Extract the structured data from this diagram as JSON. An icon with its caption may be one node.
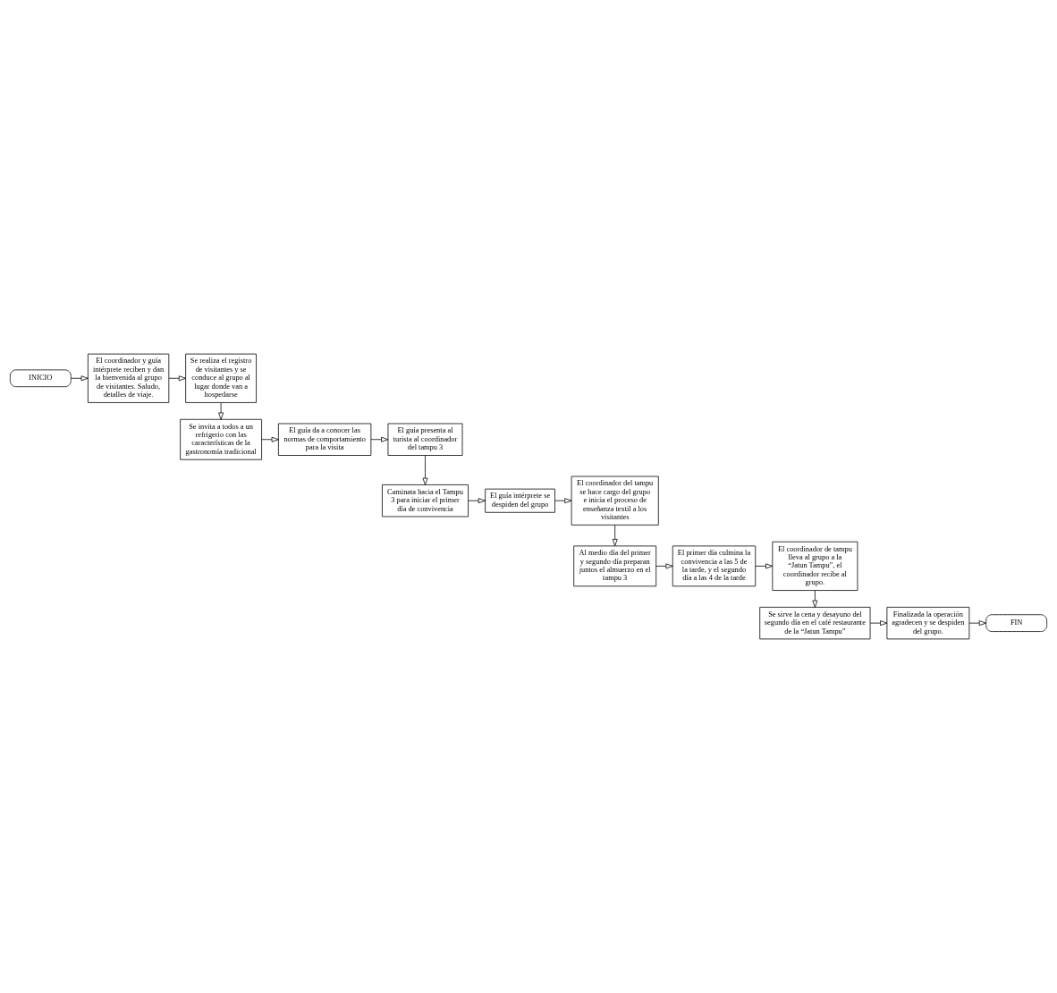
{
  "diagram": {
    "nodes": [
      {
        "text": [
          "INICIO"
        ]
      },
      {
        "text": [
          "El coordinador y guía intérprete reciben y dan la bienvenida al grupo de visitantes. Saludo, detalles de viaje."
        ]
      },
      {
        "text": [
          "Se realiza el registro de visitantes y se conduce al grupo al lugar donde van a hospedarse"
        ]
      },
      {
        "text": [
          "Se invita a todos a un refrigerio con las características de la gastronomía tradicional"
        ]
      },
      {
        "text": [
          "El guía da a conocer las normas de comportamiento para la visita"
        ]
      },
      {
        "text": [
          "El guía presenta al turista al coordinador del tampu 3"
        ]
      },
      {
        "text": [
          "Caminata hacia el Tampu 3 para iniciar el primer día de convivencia"
        ]
      },
      {
        "text": [
          "El guía intérprete se despiden del grupo"
        ]
      },
      {
        "text": [
          "El coordinador del tampu se hace cargo del grupo e inicia el proceso de enseñanza textil a los visitantes"
        ]
      },
      {
        "text": [
          "Al medio día del primer y segundo día preparan juntos el almuerzo en el tampu 3"
        ]
      },
      {
        "text": [
          "El primer día culmina la convivencia a las 5 de la tarde, y el segundo día a las 4 de la tarde"
        ]
      },
      {
        "text": [
          "El coordinador de tampu lleva al grupo a la “Jatun Tampu”, el coordinador recibe al grupo."
        ]
      },
      {
        "text": [
          "Se sirve la cena y desayuno del segundo día en el café restaurante de la “Jatun Tampu”"
        ]
      },
      {
        "text": [
          "Finalizada la operación agradecen y se despiden del grupo."
        ]
      },
      {
        "text": [
          "FIN"
        ]
      }
    ],
    "edges": [
      {
        "from": 0,
        "to": 1,
        "arrow": "to"
      },
      {
        "from": 1,
        "to": 2,
        "arrow": "to"
      },
      {
        "from": 2,
        "to": 3,
        "arrow": "to"
      },
      {
        "from": 3,
        "to": 4,
        "arrow": "to"
      },
      {
        "from": 4,
        "to": 5,
        "arrow": "to"
      },
      {
        "from": 5,
        "to": 6,
        "arrow": "to"
      },
      {
        "from": 6,
        "to": 7,
        "arrow": "to"
      },
      {
        "from": 7,
        "to": 8,
        "arrow": "to"
      },
      {
        "from": 8,
        "to": 9,
        "arrow": "to"
      },
      {
        "from": 9,
        "to": 10,
        "arrow": "to"
      },
      {
        "from": 10,
        "to": 11,
        "arrow": "to"
      },
      {
        "from": 11,
        "to": 12,
        "arrow": "to"
      },
      {
        "from": 12,
        "to": 13,
        "arrow": "to"
      },
      {
        "from": 13,
        "to": 14,
        "arrow": "to"
      }
    ]
  }
}
